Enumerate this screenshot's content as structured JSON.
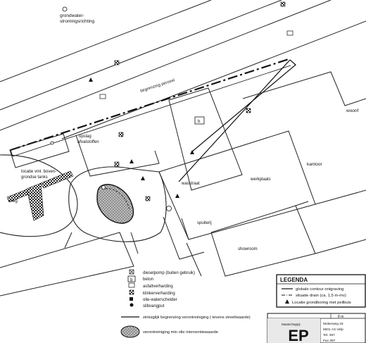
{
  "labels": {
    "grondwater": "grondwater-",
    "stromingsrichting": "stromingsrichting",
    "begrenzing": "begrenzing perceel",
    "opslag": "opslag",
    "afvalstoffen": "afvalstoffen",
    "woonfunctie": "woonf",
    "kantoor": "kantoor",
    "wasstraat": "wasstraat",
    "werkplaats": "werkplaats",
    "spuiterij": "spuiterij",
    "showroom": "showroom",
    "heg": "heg",
    "locatie_tanks_1": "locatie vml. boven-",
    "locatie_tanks_2": "grondse tanks",
    "box_b": "b"
  },
  "key_items": {
    "dieselpomp": "dieselpomp (buiten gebruik)",
    "beton": "beton",
    "asfalt": "asfaltverharding",
    "klinker": "klinkerverharding",
    "olie": "olie-waterscheider",
    "slib": "slibvangput",
    "zintuiglijk": "zintuiglijk begrenzing verontreiniging ( tevens streefwaarde)",
    "verontreiniging": "verontreiniging min    olie  interventiewaarde",
    "key_b": "b"
  },
  "legenda": {
    "title": "LEGENDA",
    "item1": "globale contour ontgraving",
    "item2": "situatie drain (ca. 1,5 m-mv)",
    "item3": "Locatie grondboring met peilbuis"
  },
  "title_block": {
    "scale": "8 m",
    "logo": "EP",
    "logo_caption": "Maatschappij",
    "address1": "Molenweg 18",
    "address2": "6501 AX Velp",
    "tel": "Tel.  397",
    "fax": "Fax   397"
  },
  "colors": {
    "line": "#222222",
    "contamination": "#9a9a9a"
  }
}
